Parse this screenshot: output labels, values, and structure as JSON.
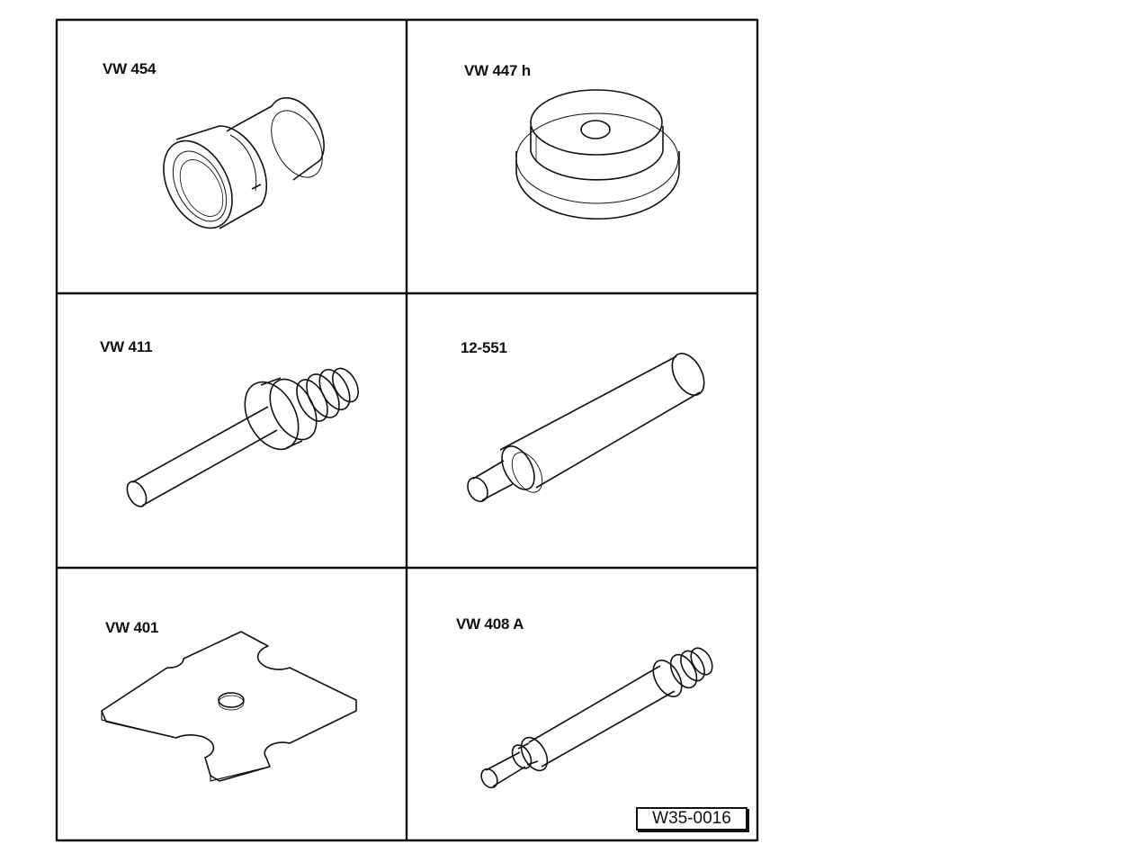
{
  "tools": [
    {
      "label": "VW 454"
    },
    {
      "label": "VW 447 h"
    },
    {
      "label": "VW 411"
    },
    {
      "label": "12-551"
    },
    {
      "label": "VW 401"
    },
    {
      "label": "VW 408 A"
    }
  ],
  "figure_ref": "W35-0016"
}
